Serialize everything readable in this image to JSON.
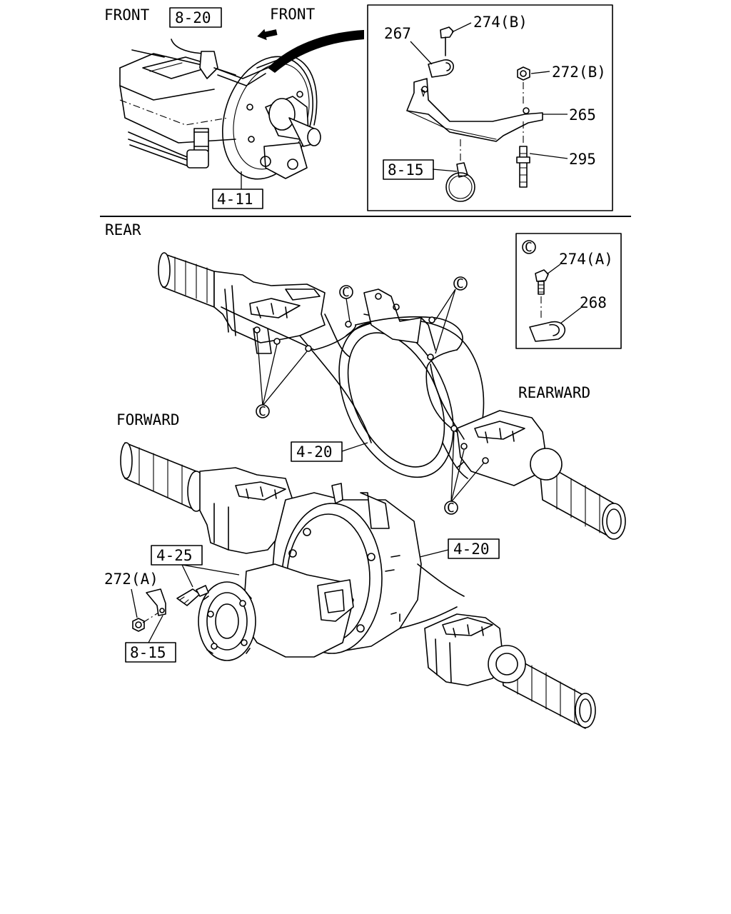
{
  "labels": {
    "front_left": "FRONT",
    "front_arrow": "FRONT",
    "rear": "REAR",
    "forward": "FORWARD",
    "rearward": "REARWARD"
  },
  "refs": {
    "ref_8_20": "8-20",
    "ref_4_11": "4-11",
    "ref_8_15_top": "8-15",
    "ref_4_20_a": "4-20",
    "ref_4_20_b": "4-20",
    "ref_4_25": "4-25",
    "ref_8_15_bottom": "8-15"
  },
  "parts": {
    "p267": "267",
    "p274b": "274(B)",
    "p272b": "272(B)",
    "p265": "265",
    "p295": "295",
    "p274a": "274(A)",
    "p268": "268",
    "p272a": "272(A)"
  },
  "callout_letter": "C"
}
